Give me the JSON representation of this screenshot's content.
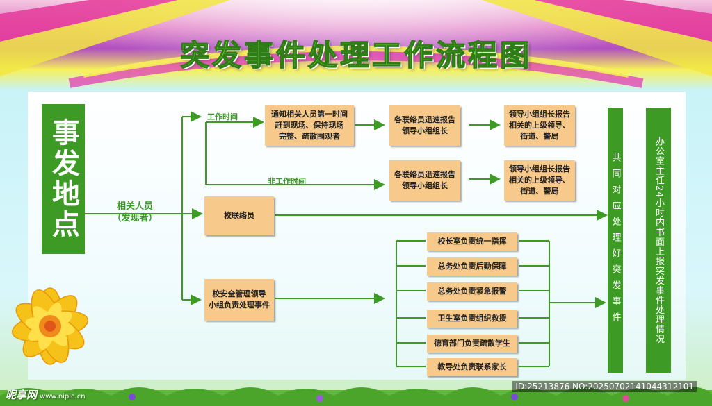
{
  "title": "突发事件处理工作流程图",
  "event_site": "事发地点",
  "reporter_label": "相关人员\n（发现者）",
  "branch_labels": {
    "work_time": "工作时间",
    "non_work_time": "非工作时间"
  },
  "boxes": {
    "notify": "通知相关人员第一时间\n赶到现场、保持现场\n完整、疏散围观者",
    "liaison_report_1": "各联络员迅速报告\n领导小组组长",
    "leader_report_1": "领导小组组长报告\n相关的上级领导、\n街道、警局",
    "liaison_report_2": "各联络员迅速报告\n领导小组组长",
    "leader_report_2": "领导小组组长报告\n相关的上级领导、\n街道、警局",
    "school_liaison": "校联络员",
    "safety_group": "校安全管理领导\n小组负责处理事件"
  },
  "tasks": [
    "校长室负责统一指挥",
    "总务处负责后勤保障",
    "总务处负责紧急报警",
    "卫生室负责组织救援",
    "德育部门负责疏散学生",
    "教导处负责联系家长"
  ],
  "column_jointly": "共同对应处理好突发事件",
  "column_office": "办公室主任24小时内书面上报突发事件处理情况",
  "watermark": {
    "brand": "昵享网",
    "url": "www.nipic.cn",
    "id_text": "ID:25213876 NO:20250702141044312101"
  },
  "colors": {
    "green": "#3d9a25",
    "box": "#f7c98b",
    "title": "#7ad63a"
  }
}
